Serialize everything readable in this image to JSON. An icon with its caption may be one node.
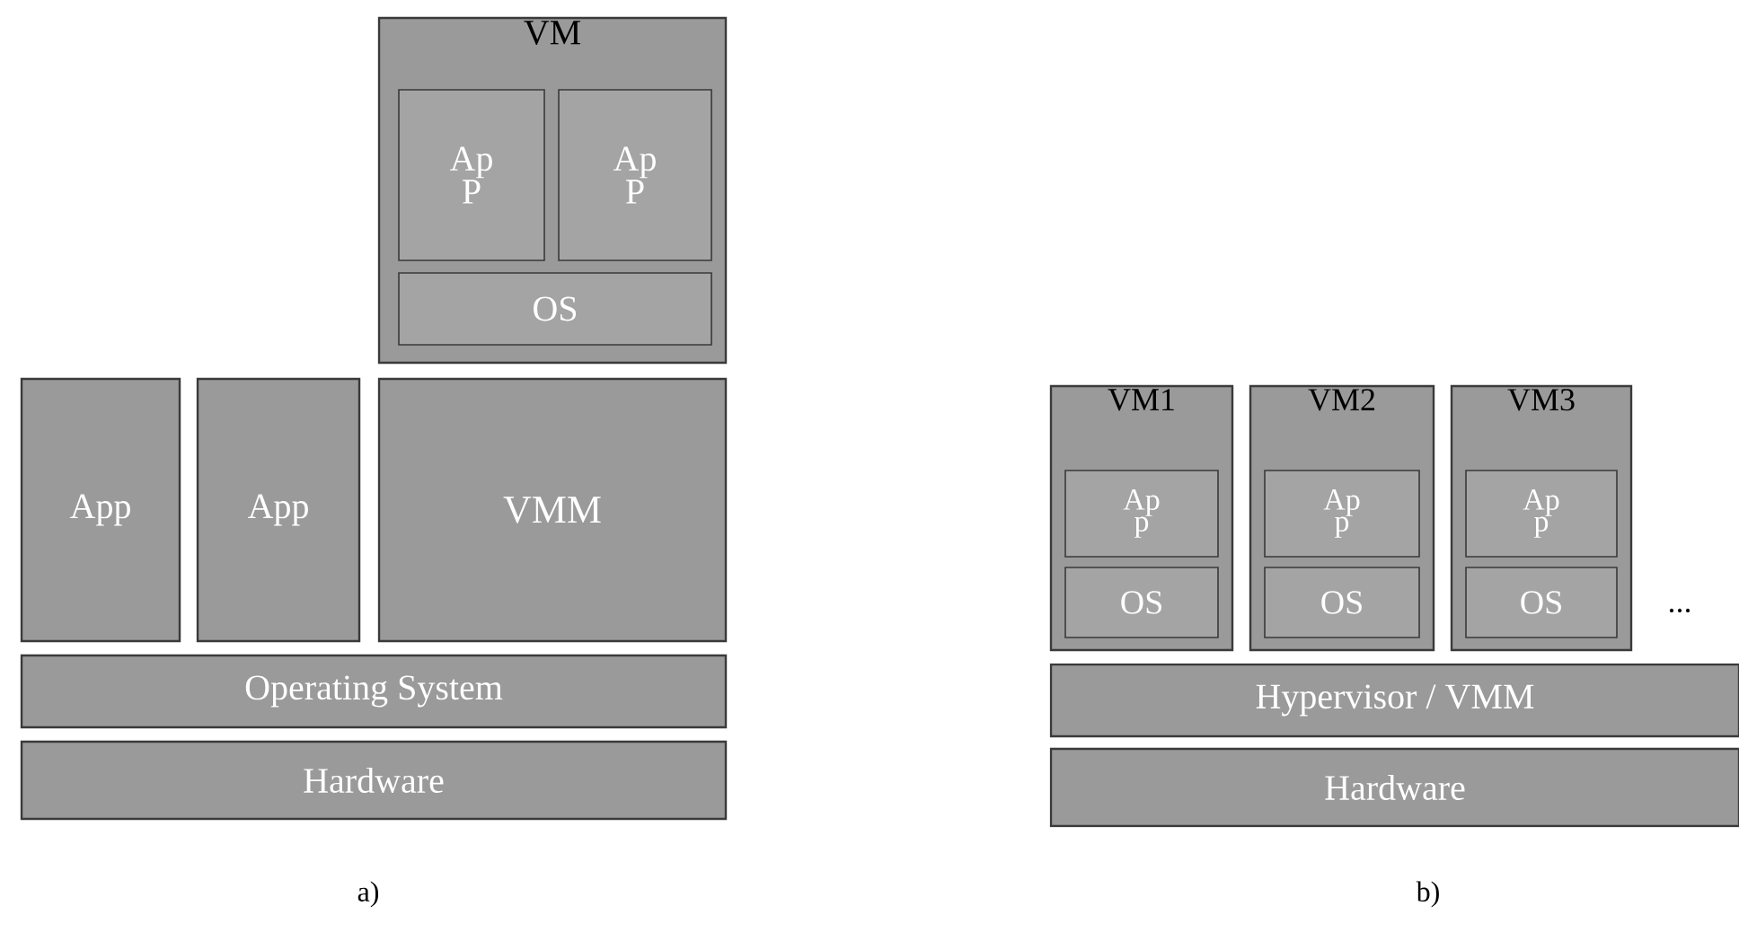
{
  "diagram": {
    "nodes": [
      {
        "text": [
          "VM"
        ]
      },
      {
        "text": [
          "Ap P"
        ],
        "in": 0
      },
      {
        "text": [
          "Ap P"
        ],
        "in": 0
      },
      {
        "text": [
          "OS"
        ],
        "in": 0
      },
      {
        "text": [
          "App"
        ]
      },
      {
        "text": [
          "App"
        ]
      },
      {
        "text": [
          "VMM"
        ]
      },
      {
        "text": [
          "Operating System"
        ]
      },
      {
        "text": [
          "Hardware"
        ]
      },
      {
        "text": [
          "VM1"
        ]
      },
      {
        "text": [
          "Ap p"
        ],
        "in": 9
      },
      {
        "text": [
          "OS"
        ],
        "in": 9
      },
      {
        "text": [
          "VM2"
        ]
      },
      {
        "text": [
          "Ap p"
        ],
        "in": 12
      },
      {
        "text": [
          "OS"
        ],
        "in": 12
      },
      {
        "text": [
          "VM3"
        ]
      },
      {
        "text": [
          "Ap p"
        ],
        "in": 15
      },
      {
        "text": [
          "OS"
        ],
        "in": 15
      },
      {
        "text": [
          "Hypervisor / VMM"
        ]
      },
      {
        "text": [
          "Hardware"
        ]
      }
    ],
    "labels": [
      "...",
      "a)",
      "b)"
    ]
  }
}
